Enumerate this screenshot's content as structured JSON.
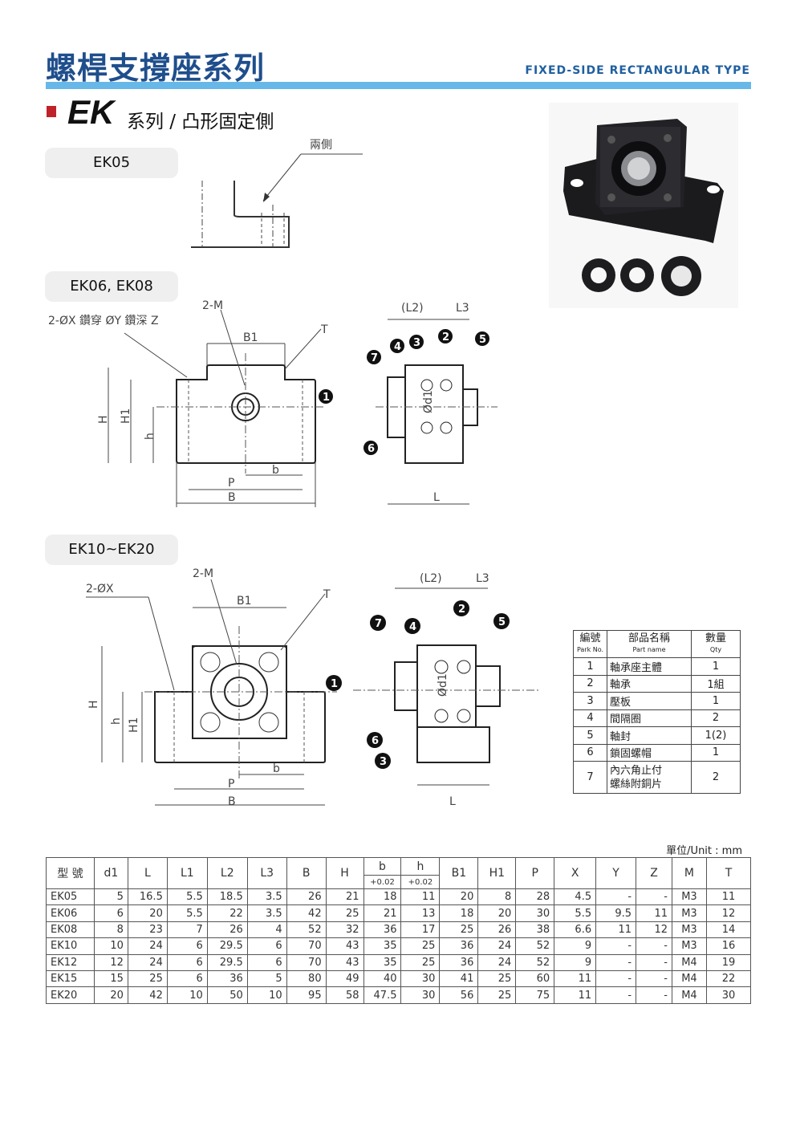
{
  "header": {
    "title": "螺桿支撐座系列",
    "subtitle": "FIXED-SIDE RECTANGULAR TYPE"
  },
  "section": {
    "code": "EK",
    "name": "系列 / 凸形固定側"
  },
  "figures": {
    "ek05": {
      "label": "EK05",
      "note": "兩側"
    },
    "ek06": {
      "label": "EK06, EK08",
      "hole": "2-ØX 鑽穿  ØY 鑽深 Z",
      "m": "2-M",
      "b1": "B1",
      "t": "T",
      "h": "H",
      "h1": "H1",
      "hs": "h",
      "b": "b",
      "p": "P",
      "bb": "B",
      "l2": "(L2)",
      "l3": "L3",
      "d1": "Ød1",
      "l": "L"
    },
    "ek10": {
      "label": "EK10~EK20",
      "hole": "2-ØX",
      "m": "2-M",
      "b1": "B1",
      "t": "T",
      "h": "H",
      "h1": "H1",
      "hs": "h",
      "b": "b",
      "p": "P",
      "bb": "B",
      "l2": "(L2)",
      "l3": "L3",
      "d1": "Ød1",
      "l": "L"
    },
    "markers": [
      "1",
      "2",
      "3",
      "4",
      "5",
      "6",
      "7"
    ]
  },
  "parts": {
    "headers": [
      {
        "zh": "編號",
        "en": "Park No."
      },
      {
        "zh": "部品名稱",
        "en": "Part name"
      },
      {
        "zh": "數量",
        "en": "Qty"
      }
    ],
    "rows": [
      [
        "1",
        "軸承座主體",
        "1"
      ],
      [
        "2",
        "軸承",
        "1組"
      ],
      [
        "3",
        "壓板",
        "1"
      ],
      [
        "4",
        "間隔圈",
        "2"
      ],
      [
        "5",
        "軸封",
        "1(2)"
      ],
      [
        "6",
        "鎖固螺帽",
        "1"
      ],
      [
        "7",
        "內六角止付\n螺絲附銅片",
        "2"
      ]
    ]
  },
  "spec": {
    "unit": "單位/Unit : mm",
    "headers": [
      "型 號",
      "d1",
      "L",
      "L1",
      "L2",
      "L3",
      "B",
      "H",
      "b",
      "h",
      "B1",
      "H1",
      "P",
      "X",
      "Y",
      "Z",
      "M",
      "T"
    ],
    "tol": [
      "+0.02",
      "+0.02"
    ],
    "rows": [
      [
        "EK05",
        "5",
        "16.5",
        "5.5",
        "18.5",
        "3.5",
        "26",
        "21",
        "18",
        "11",
        "20",
        "8",
        "28",
        "4.5",
        "-",
        "-",
        "M3",
        "11"
      ],
      [
        "EK06",
        "6",
        "20",
        "5.5",
        "22",
        "3.5",
        "42",
        "25",
        "21",
        "13",
        "18",
        "20",
        "30",
        "5.5",
        "9.5",
        "11",
        "M3",
        "12"
      ],
      [
        "EK08",
        "8",
        "23",
        "7",
        "26",
        "4",
        "52",
        "32",
        "36",
        "17",
        "25",
        "26",
        "38",
        "6.6",
        "11",
        "12",
        "M3",
        "14"
      ],
      [
        "EK10",
        "10",
        "24",
        "6",
        "29.5",
        "6",
        "70",
        "43",
        "35",
        "25",
        "36",
        "24",
        "52",
        "9",
        "-",
        "-",
        "M3",
        "16"
      ],
      [
        "EK12",
        "12",
        "24",
        "6",
        "29.5",
        "6",
        "70",
        "43",
        "35",
        "25",
        "36",
        "24",
        "52",
        "9",
        "-",
        "-",
        "M4",
        "19"
      ],
      [
        "EK15",
        "15",
        "25",
        "6",
        "36",
        "5",
        "80",
        "49",
        "40",
        "30",
        "41",
        "25",
        "60",
        "11",
        "-",
        "-",
        "M4",
        "22"
      ],
      [
        "EK20",
        "20",
        "42",
        "10",
        "50",
        "10",
        "95",
        "58",
        "47.5",
        "30",
        "56",
        "25",
        "75",
        "11",
        "-",
        "-",
        "M4",
        "30"
      ]
    ]
  }
}
